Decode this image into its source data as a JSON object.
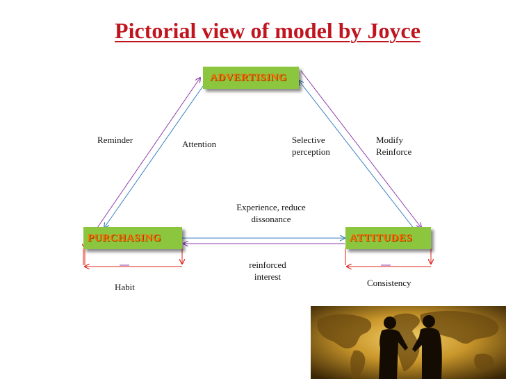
{
  "title": "Pictorial view of model by Joyce",
  "nodes": {
    "advertising": "ADVERTISING",
    "purchasing": "PURCHASING",
    "attitudes": "ATTITUDES"
  },
  "labels": {
    "reminder": "Reminder",
    "attention": "Attention",
    "selective_perception": "Selective\nperception",
    "modify_reinforce": "Modify\nReinforce",
    "experience": "Experience, reduce\ndissonance",
    "reinforced_interest": "reinforced\ninterest",
    "habit": "Habit",
    "consistency": "Consistency"
  },
  "colors": {
    "title": "#c0141e",
    "node_fill": "#8cc63f",
    "node_text": "#ff6a00",
    "arrow_purple": "#8e3fa8",
    "arrow_blue": "#3a7fc0",
    "arrow_red": "#e0201a"
  },
  "image": {
    "subject": "handshake-silhouette-over-world-map"
  }
}
